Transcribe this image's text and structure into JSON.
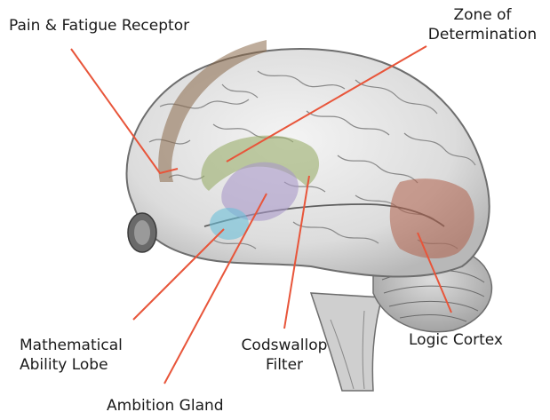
{
  "labels": {
    "pain_fatigue": "Pain & Fatigue Receptor",
    "zone_line1": "Zone of",
    "zone_line2": "Determination",
    "math_line1": "Mathematical",
    "math_line2": "Ability Lobe",
    "codswallop_line1": "Codswallop",
    "codswallop_line2": "Filter",
    "logic_cortex": "Logic Cortex",
    "ambition_gland": "Ambition Gland"
  },
  "colors": {
    "leader_line": "#e8553a",
    "pain_fatigue_region": "#8b6a4a",
    "zone_region": "#9aae6a",
    "ambition_region": "#a898c8",
    "math_region": "#6cc0d8",
    "logic_region": "#b0604a",
    "brain_tissue": "#e6e6e6",
    "brain_outline": "#6e6e6e"
  }
}
